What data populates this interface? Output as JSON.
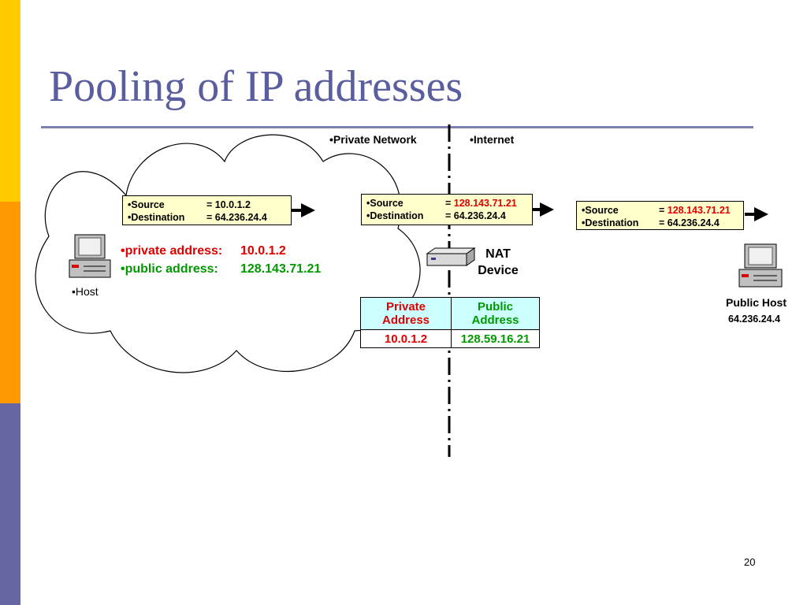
{
  "slide": {
    "title": "Pooling of IP addresses",
    "page_number": "20"
  },
  "colors": {
    "stripe_top": "#FFCC00",
    "stripe_middle": "#FF9900",
    "stripe_bottom": "#6666A3",
    "title": "#5A5E9E",
    "packet_box_fill": "#FFFFCC",
    "table_header_fill": "#CCFFFF",
    "red_text": "#E00000",
    "green_text": "#009900"
  },
  "regions": {
    "private": "•Private Network",
    "internet": "•Internet"
  },
  "host": {
    "label": "•Host",
    "private_address_label": "•private address:",
    "private_address_value": "10.0.1.2",
    "public_address_label": "•public address:",
    "public_address_value": "128.143.71.21"
  },
  "packets": [
    {
      "source_label": "•Source",
      "source_value": "= 10.0.1.2",
      "destination_label": "•Destination",
      "destination_value": "= 64.236.24.4"
    },
    {
      "source_label": "•Source",
      "source_eq": "= ",
      "source_value": "128.143.71.21",
      "destination_label": "•Destination",
      "destination_value": "= 64.236.24.4"
    },
    {
      "source_label": "•Source",
      "source_eq": "= ",
      "source_value": "128.143.71.21",
      "destination_label": "•Destination",
      "destination_value": "= 64.236.24.4"
    }
  ],
  "nat_device": {
    "label_line1": "NAT",
    "label_line2": "Device"
  },
  "nat_table": {
    "headers": [
      {
        "line1": "Private",
        "line2": "Address"
      },
      {
        "line1": "Public",
        "line2": "Address"
      }
    ],
    "rows": [
      [
        "10.0.1.2",
        "128.59.16.21"
      ]
    ]
  },
  "public_host": {
    "label": "Public Host",
    "address": "64.236.24.4"
  }
}
